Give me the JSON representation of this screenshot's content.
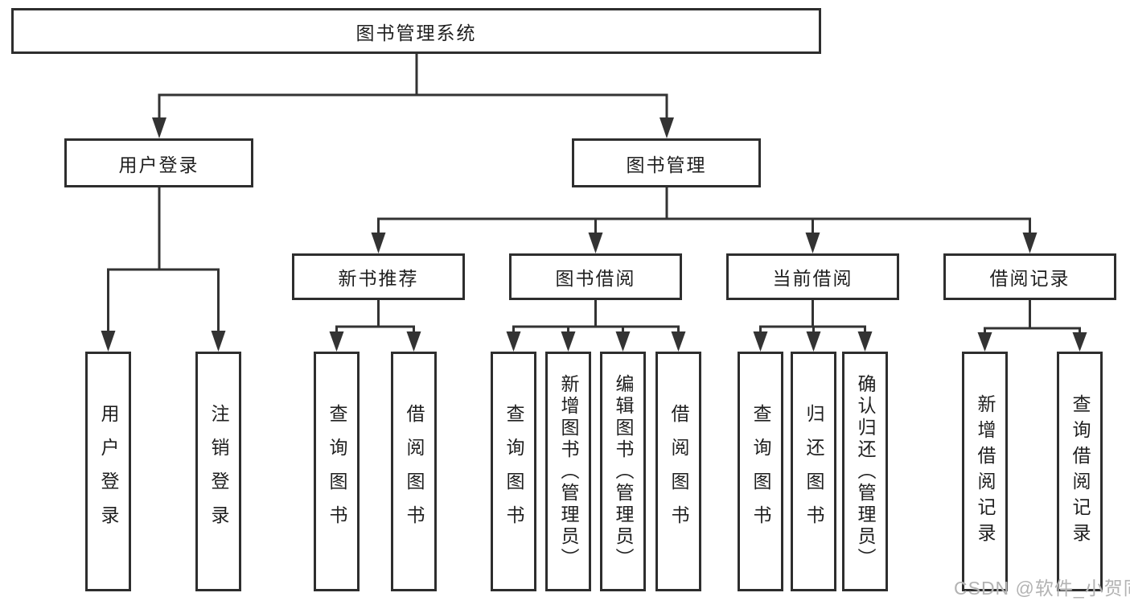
{
  "diagram": {
    "root": {
      "label": "图书管理系统"
    },
    "level2": [
      {
        "label": "用户登录"
      },
      {
        "label": "图书管理"
      }
    ],
    "level3": [
      {
        "label": "新书推荐"
      },
      {
        "label": "图书借阅"
      },
      {
        "label": "当前借阅"
      },
      {
        "label": "借阅记录"
      }
    ],
    "leaves": {
      "user_login": [
        {
          "label": "用户登录"
        },
        {
          "label": "注销登录"
        }
      ],
      "new_book": [
        {
          "label": "查询图书"
        },
        {
          "label": "借阅图书"
        }
      ],
      "book_borrow": [
        {
          "label": "查询图书"
        },
        {
          "label": "新增图书（管理员）"
        },
        {
          "label": "编辑图书（管理员）"
        },
        {
          "label": "借阅图书"
        }
      ],
      "current_borrow": [
        {
          "label": "查询图书"
        },
        {
          "label": "归还图书"
        },
        {
          "label": "确认归还（管理员）"
        }
      ],
      "borrow_record": [
        {
          "label": "新增借阅记录"
        },
        {
          "label": "查询借阅记录"
        }
      ]
    },
    "colors": {
      "line": "#333333",
      "box_border": "#2e2e2e",
      "text": "#1f1f1f",
      "watermark": "#b3b3b3",
      "background": "#ffffff"
    }
  },
  "watermark": {
    "text": "CSDN @软件_小贺同学"
  }
}
